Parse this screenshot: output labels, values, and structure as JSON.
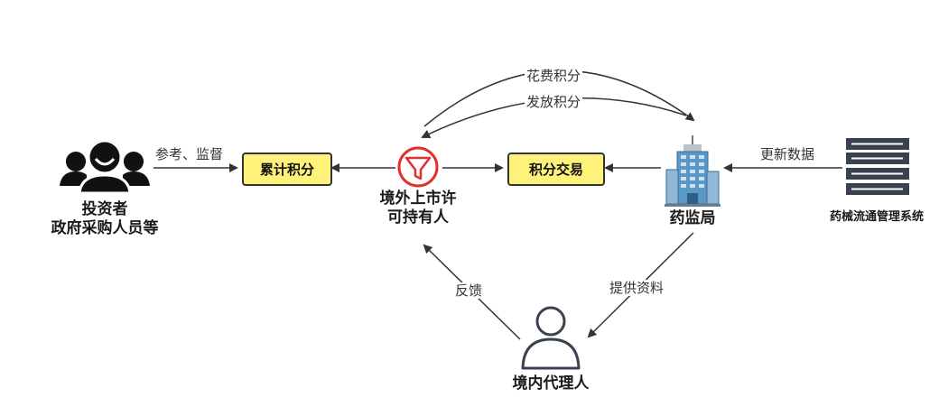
{
  "nodes": {
    "investors": {
      "line1": "投资者",
      "line2": "政府采购人员等",
      "icon": "people-group-icon"
    },
    "points_accumulate": {
      "label": "累计积分"
    },
    "mah": {
      "line1": "境外上市许",
      "line2": "可持有人",
      "icon": "funnel-icon"
    },
    "points_trade": {
      "label": "积分交易"
    },
    "regulator": {
      "label": "药监局",
      "icon": "office-building-icon"
    },
    "system": {
      "label": "药械流通管理系统",
      "icon": "server-rack-icon"
    },
    "agent": {
      "label": "境内代理人",
      "icon": "person-icon"
    }
  },
  "edges": {
    "reference_supervise": "参考、监督",
    "spend_points": "花费积分",
    "issue_points": "发放积分",
    "update_data": "更新数据",
    "feedback": "反馈",
    "provide_materials": "提供资料"
  },
  "colors": {
    "box_fill": "#fff27a",
    "funnel": "#e0312a",
    "icon_dark": "#111111",
    "person_outline": "#3a4150",
    "building": "#4a88b8",
    "arrow": "#333333"
  }
}
